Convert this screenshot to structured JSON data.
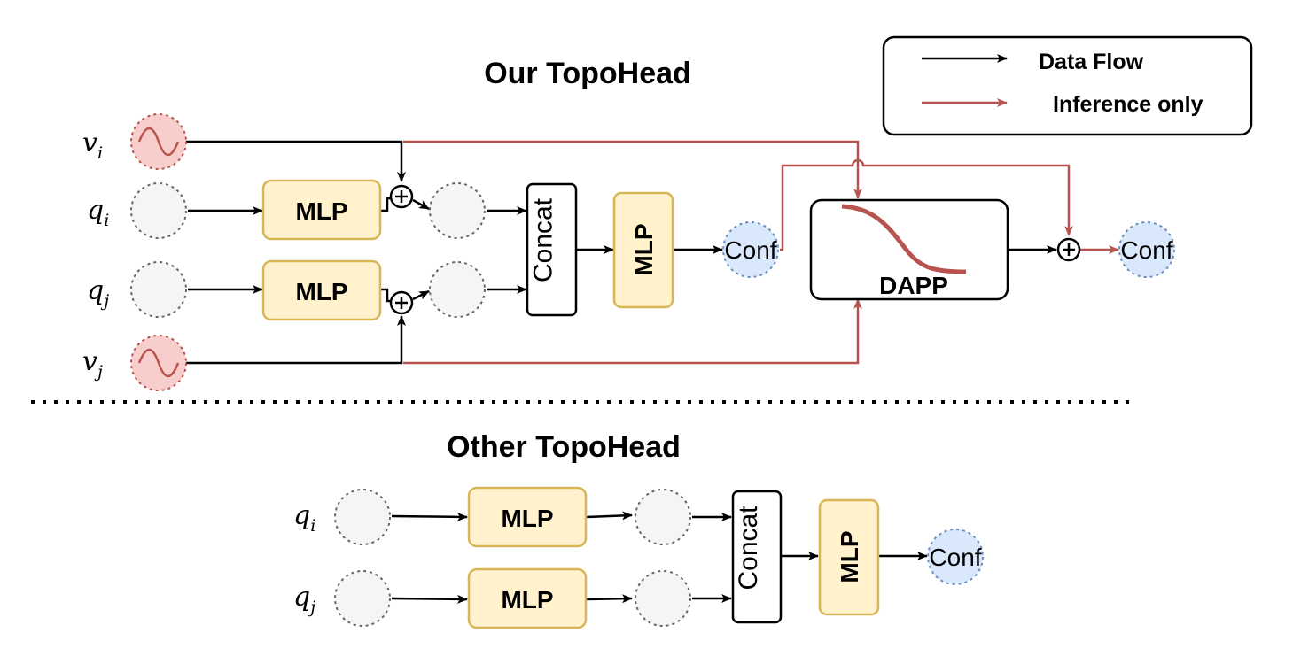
{
  "titles": {
    "ours": "Our TopoHead",
    "other": "Other TopoHead"
  },
  "legend": {
    "data_flow": "Data Flow",
    "inference_only": "Inference only"
  },
  "inputs": {
    "v_i": {
      "base": "v",
      "sub": "i"
    },
    "q_i": {
      "base": "q",
      "sub": "i"
    },
    "q_j": {
      "base": "q",
      "sub": "j"
    },
    "v_j": {
      "base": "v",
      "sub": "j"
    }
  },
  "labels": {
    "mlp": "MLP",
    "concat": "Concat",
    "conf": "Conf",
    "dapp": "DAPP"
  },
  "colors": {
    "data_flow": "#000000",
    "inference": "#b85450",
    "mlp_fill": "#fff2cc",
    "positional_node": "#f8cecc",
    "conf_node": "#dae8fc"
  }
}
